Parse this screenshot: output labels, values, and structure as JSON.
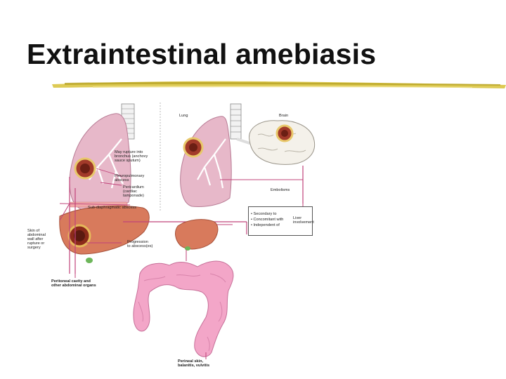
{
  "slide": {
    "title": "Extraintestinal amebiasis"
  },
  "figure": {
    "labels": {
      "lung": "Lung",
      "brain": "Brain",
      "bronchus_line1": "May rupture into",
      "bronchus_line2": "bronchus (anchovy",
      "bronchus_line3": "sauce sputum)",
      "pleuro_line1": "Pleuropulmonary",
      "pleuro_line2": "abscess",
      "pericardium_line1": "Pericardium",
      "pericardium_line2": "(cardiac",
      "pericardium_line3": "tamponade)",
      "subdiaphragmatic": "Sub-diaphragmatic abscess",
      "skin_line1": "Skin of",
      "skin_line2": "abdominal",
      "skin_line3": "wall after",
      "skin_line4": "rupture or",
      "skin_line5": "surgery",
      "progression_line1": "Progression",
      "progression_line2": "to abscess(es)",
      "peritoneal_line1": "Peritoneal cavity and",
      "peritoneal_line2": "other abdominal organs",
      "embolisms": "Embolisms",
      "secondary": "• Secondary to",
      "concomitant": "• Concomitant with",
      "independent": "• Independent of",
      "liver_line1": "Liver",
      "liver_line2": "involvement",
      "perineal_line1": "Perineal skin,",
      "perineal_line2": "balanitis, vulvitis"
    }
  }
}
